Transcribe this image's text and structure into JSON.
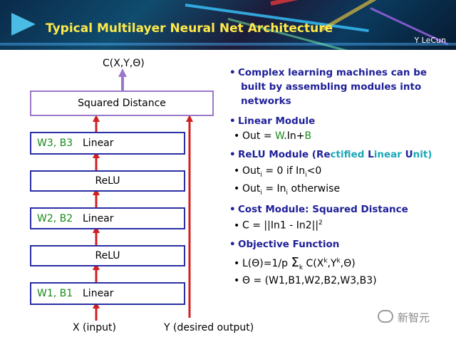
{
  "header": {
    "title": "Typical Multilayer Neural Net Architecture",
    "author": "Y LeCun"
  },
  "diagram": {
    "output_label": "C(X,Y,Θ)",
    "squared_distance": "Squared Distance",
    "layer3": {
      "params": "W3, B3",
      "name": "Linear"
    },
    "relu2": "ReLU",
    "layer2": {
      "params": "W2, B2",
      "name": "Linear"
    },
    "relu1": "ReLU",
    "layer1": {
      "params": "W1, B1",
      "name": "Linear"
    },
    "input_label": "X (input)",
    "target_label": "Y (desired output)"
  },
  "bullets": {
    "intro_line1": "Complex learning machines can be",
    "intro_line2": "built by assembling modules into",
    "intro_line3": "networks",
    "linear_head": "Linear Module",
    "linear_formula": {
      "prefix": "Out = ",
      "w": "W",
      "mid": ".In+",
      "b": "B"
    },
    "relu_head": {
      "a": "ReLU Module (Re",
      "b": "ctified ",
      "c": "L",
      "d": "inear ",
      "e": "U",
      "f": "nit)"
    },
    "relu_case1": {
      "a": "Out",
      "sub1": "i",
      "b": " = 0  if In",
      "sub2": "i",
      "c": "<0"
    },
    "relu_case2": {
      "a": "Out",
      "sub1": "i",
      "b": " = In",
      "sub2": "i",
      "c": "  otherwise"
    },
    "cost_head": "Cost Module: Squared Distance",
    "cost_formula": {
      "a": "C = ||In1 - In2||",
      "sup": "2"
    },
    "objective_head": "Objective Function",
    "objective_formula": {
      "a": "L(Θ)=1/p ",
      "sigma": "Σ",
      "sub": "k",
      "b": " C(X",
      "sup1": "k",
      "c": ",Y",
      "sup2": "k",
      "d": ",Θ)"
    },
    "theta_formula": "Θ = (W1,B1,W2,B2,W3,B3)",
    "bullet_char": "•"
  },
  "watermark": {
    "text": "新智元"
  },
  "colors": {
    "title": "#ffe94a",
    "box_border": "#2a2fa3",
    "squared_box_border": "#9a78c8",
    "arrow_red": "#d21f1f",
    "arrow_purple": "#9a78c8",
    "param_green": "#1a8a1a",
    "heading_blue": "#20209a",
    "highlight_cyan": "#1aa8b8"
  }
}
